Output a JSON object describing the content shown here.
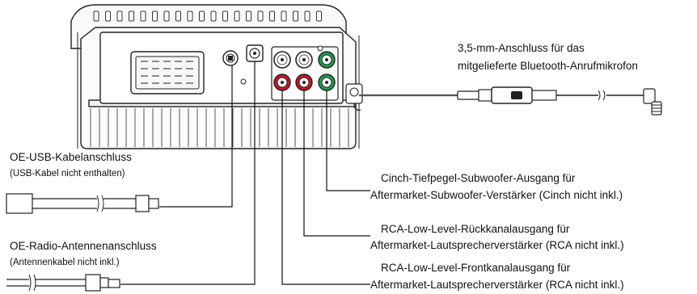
{
  "labels": {
    "mic_line1": "3,5-mm-Anschluss für das",
    "mic_line2": "mitgelieferte Bluetooth-Anrufmikrofon",
    "usb_title": "OE-USB-Kabelanschluss",
    "usb_note": "(USB-Kabel nicht enthalten)",
    "antenna_title": "OE-Radio-Antennenanschluss",
    "antenna_note": "(Antennenkabel nicht inkl.)",
    "sub_line1": "Cinch-Tiefpegel-Subwoofer-Ausgang für",
    "sub_line2": "Aftermarket-Subwoofer-Verstärker (Cinch nicht inkl.)",
    "rear_line1": "RCA-Low-Level-Rückkanalausgang für",
    "rear_line2": "Aftermarket-Lautsprecherverstärker (RCA nicht inkl.)",
    "front_line1": "RCA-Low-Level-Frontkanalausgang für",
    "front_line2": "Aftermarket-Lautsprecherverstärker (RCA nicht inkl.)"
  },
  "colors": {
    "rca_white": "#ffffff",
    "rca_red": "#d0121b",
    "rca_green": "#18a04a",
    "outline": "#222222"
  }
}
